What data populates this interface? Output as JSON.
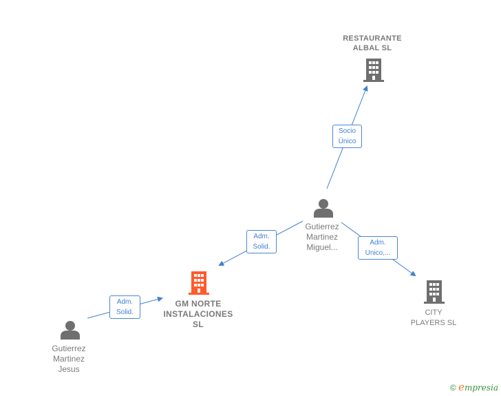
{
  "colors": {
    "main_company": "#ff5a2c",
    "company": "#6f6f6f",
    "person": "#6f6f6f",
    "edge": "#3f7fd0"
  },
  "nodes": {
    "restaurante": {
      "label": "RESTAURANTE\nALBAL  SL",
      "icon": "building-icon"
    },
    "gm_norte": {
      "label": "GM NORTE\nINSTALACIONES\nSL",
      "icon": "building-icon"
    },
    "city_players": {
      "label": "CITY\nPLAYERS  SL",
      "icon": "building-icon"
    },
    "miguel": {
      "label": "Gutierrez\nMartinez\nMiguel...",
      "icon": "person-icon"
    },
    "jesus": {
      "label": "Gutierrez\nMartinez\nJesus",
      "icon": "person-icon"
    }
  },
  "edges": {
    "socio_unico": "Socio\nÚnico",
    "adm_solid_miguel": "Adm.\nSolid.",
    "adm_unico": "Adm.\nUnico,...",
    "adm_solid_jesus": "Adm.\nSolid."
  },
  "footer": {
    "copyright": "©",
    "brand_e": "e",
    "brand_rest": "mpresia"
  }
}
